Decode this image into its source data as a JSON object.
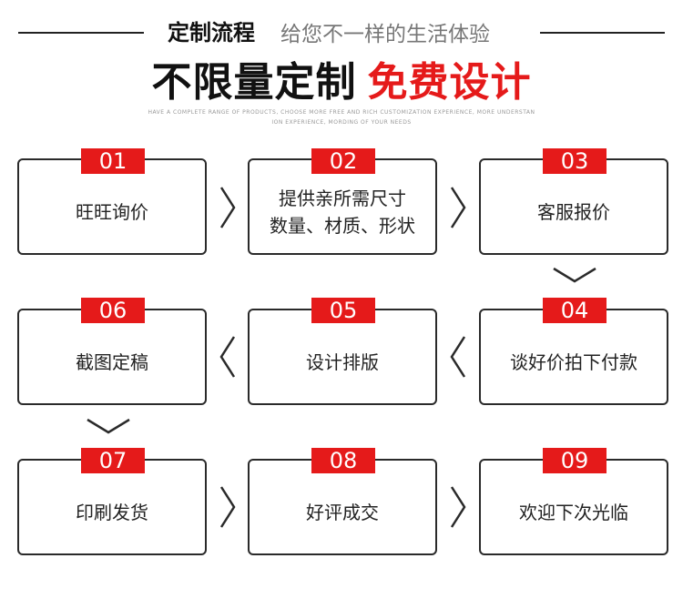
{
  "header": {
    "title": "定制流程",
    "subtitle": "给您不一样的生活体验",
    "main_title_part1": "不限量定制",
    "main_title_part2": "免费设计",
    "english_line1": "HAVE A COMPLETE RANGE OF PRODUCTS, CHOOSE MORE FREE AND RICH CUSTOMIZATION EXPERIENCE, MORE UNDERSTAN",
    "english_line2": "ION EXPERIENCE, MORDING OF YOUR NEEDS"
  },
  "colors": {
    "accent": "#e51a1a",
    "border": "#2a2a2a",
    "text": "#222222"
  },
  "steps": [
    {
      "num": "01",
      "lines": [
        "旺旺询价"
      ]
    },
    {
      "num": "02",
      "lines": [
        "提供亲所需尺寸",
        "数量、材质、形状"
      ]
    },
    {
      "num": "03",
      "lines": [
        "客服报价"
      ]
    },
    {
      "num": "04",
      "lines": [
        "谈好价拍下付款"
      ]
    },
    {
      "num": "05",
      "lines": [
        "设计排版"
      ]
    },
    {
      "num": "06",
      "lines": [
        "截图定稿"
      ]
    },
    {
      "num": "07",
      "lines": [
        "印刷发货"
      ]
    },
    {
      "num": "08",
      "lines": [
        "好评成交"
      ]
    },
    {
      "num": "09",
      "lines": [
        "欢迎下次光临"
      ]
    }
  ],
  "arrows": [
    "chevron-right-icon",
    "chevron-left-icon",
    "chevron-down-icon"
  ]
}
